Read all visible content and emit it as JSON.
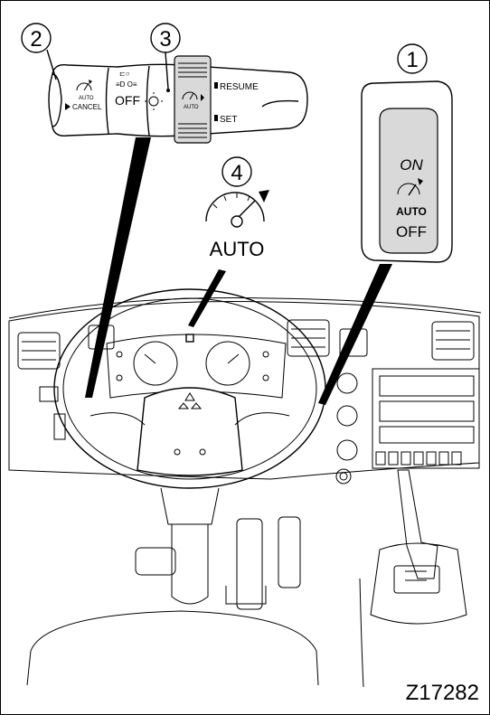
{
  "callouts": {
    "c1": "1",
    "c2": "2",
    "c3": "3",
    "c4": "4"
  },
  "stalk": {
    "auto_label": "AUTO",
    "cancel_label": "CANCEL",
    "off_label": "OFF",
    "auto_small": "AUTO",
    "resume_label": "RESUME",
    "set_label": "SET"
  },
  "switch": {
    "on_label": "ON",
    "auto_label": "AUTO",
    "off_label": "OFF"
  },
  "indicator": {
    "auto_label": "AUTO"
  },
  "figure_code": "Z17282",
  "colors": {
    "ink": "#000000",
    "paper": "#ffffff",
    "shade": "#d9d9d9"
  }
}
